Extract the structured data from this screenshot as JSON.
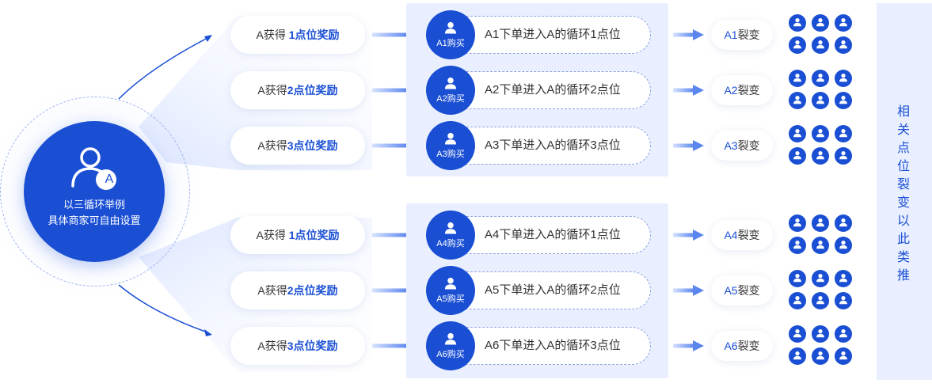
{
  "hub": {
    "line1": "以三循环举例",
    "line2": "具体商家可自由设置",
    "badge": "A"
  },
  "rewards": [
    {
      "prefix": "A获得 ",
      "highlight": "1点位奖励"
    },
    {
      "prefix": "A获得",
      "highlight": "2点位奖励"
    },
    {
      "prefix": "A获得",
      "highlight": "3点位奖励"
    },
    {
      "prefix": "A获得 ",
      "highlight": "1点位奖励"
    },
    {
      "prefix": "A获得",
      "highlight": "2点位奖励"
    },
    {
      "prefix": "A获得",
      "highlight": "3点位奖励"
    }
  ],
  "orders": [
    {
      "buyer": "A1购买",
      "text": "A1下单进入A的循环1点位"
    },
    {
      "buyer": "A2购买",
      "text": "A2下单进入A的循环2点位"
    },
    {
      "buyer": "A3购买",
      "text": "A3下单进入A的循环3点位"
    },
    {
      "buyer": "A4购买",
      "text": "A4下单进入A的循环1点位"
    },
    {
      "buyer": "A5购买",
      "text": "A5下单进入A的循环2点位"
    },
    {
      "buyer": "A6购买",
      "text": "A6下单进入A的循环3点位"
    }
  ],
  "splits": [
    {
      "id": "A1",
      "label": "裂变"
    },
    {
      "id": "A2",
      "label": "裂变"
    },
    {
      "id": "A3",
      "label": "裂变"
    },
    {
      "id": "A4",
      "label": "裂变"
    },
    {
      "id": "A5",
      "label": "裂变"
    },
    {
      "id": "A6",
      "label": "裂变"
    }
  ],
  "side_note": "相关点位裂变以此类推",
  "colors": {
    "primary": "#1a4fd4",
    "panel": "#e9efff",
    "arrow": "#5b86ee"
  },
  "icons": {
    "user": "user-icon",
    "arrow": "arrow-right-icon"
  }
}
